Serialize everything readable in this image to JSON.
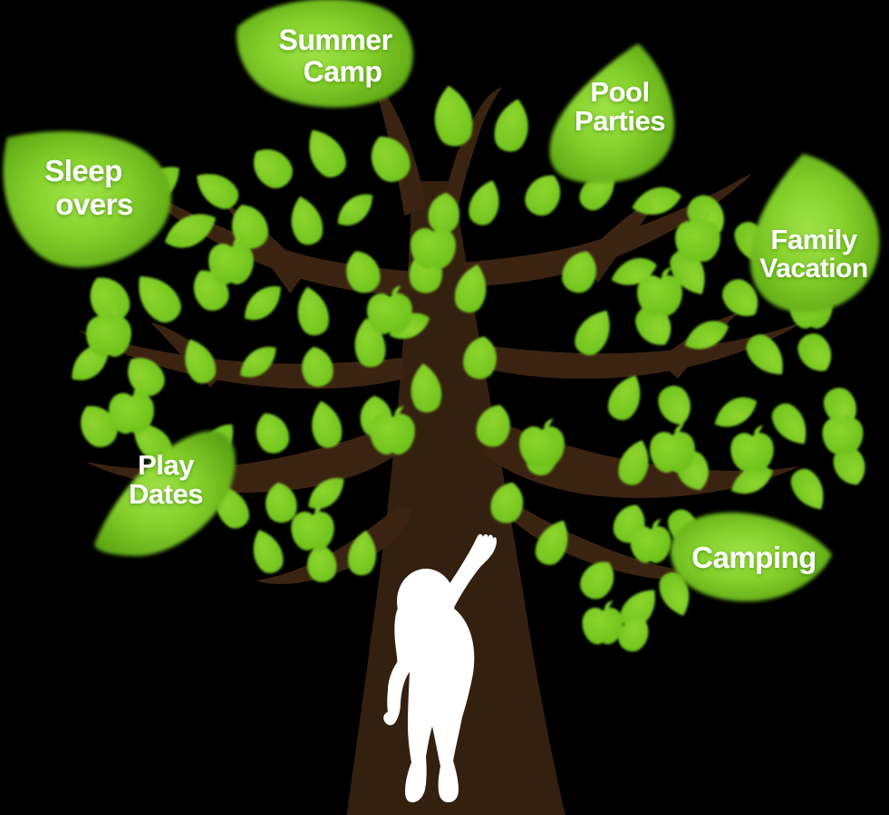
{
  "illustration": {
    "title": "Summer Activities Tree",
    "description": "Stylized green leafy tree with apples and a child silhouette reaching up; six large leaf-shaped labels name summer activities.",
    "background_color": "#000000",
    "colors": {
      "background": "#000000",
      "leaf_green": "#76cc22",
      "leaf_green_light": "#8ad63c",
      "label_leaf_edge": "#5fae15",
      "label_leaf_center": "#96dd3e",
      "branch_brown": "#3b2312",
      "trunk_brown": "#34200f",
      "text_white": "#ffffff",
      "apple_green": "#73c91f"
    }
  },
  "labels": [
    {
      "id": "sleepovers",
      "lines": [
        "Sleep",
        "overs"
      ],
      "font_size": 33,
      "shape": "leaf-left"
    },
    {
      "id": "summer-camp",
      "lines": [
        "Summer",
        "Camp"
      ],
      "font_size": 33,
      "shape": "leaf-left-horizontal"
    },
    {
      "id": "pool-parties",
      "lines": [
        "Pool",
        "Parties"
      ],
      "font_size": 31,
      "shape": "leaf-teardrop-up"
    },
    {
      "id": "family-vacation",
      "lines": [
        "Family",
        "Vacation"
      ],
      "font_size": 31,
      "shape": "leaf-teardrop-up"
    },
    {
      "id": "play-dates",
      "lines": [
        "Play",
        "Dates"
      ],
      "font_size": 31,
      "shape": "leaf-diagonal"
    },
    {
      "id": "camping",
      "lines": [
        "Camping"
      ],
      "font_size": 33,
      "shape": "leaf-right-horizontal"
    }
  ],
  "figure": {
    "name": "child-silhouette",
    "pose": "reaching up toward the branches",
    "color": "#ffffff"
  },
  "counts": {
    "label_leaves": 6
  }
}
